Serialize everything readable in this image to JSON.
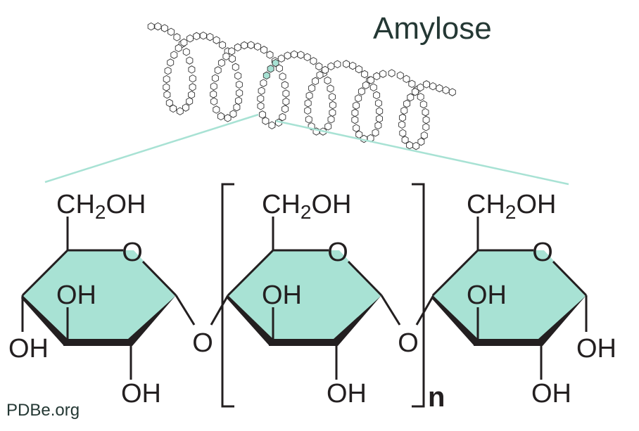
{
  "title": "Amylose",
  "credit": "PDBe.org",
  "colors": {
    "ring_fill": "#a8e2d4",
    "bond": "#231f20",
    "connector": "#a8e2d4",
    "label": "#243834"
  },
  "molecule": {
    "repeat_subscript": "n",
    "bridge_oxygen": "O",
    "units": [
      {
        "id": "left",
        "top_group": "CH2OH",
        "ring_oxygen": "O",
        "hydroxyls": [
          "OH",
          "OH",
          "OH"
        ]
      },
      {
        "id": "middle",
        "top_group": "CH2OH",
        "ring_oxygen": "O",
        "hydroxyls": [
          "OH",
          "OH"
        ]
      },
      {
        "id": "right",
        "top_group": "CH2OH",
        "ring_oxygen": "O",
        "hydroxyls": [
          "OH",
          "OH",
          "OH"
        ]
      }
    ]
  },
  "labels": {
    "ch": "CH",
    "sub2": "2",
    "oh": "OH",
    "o": "O"
  },
  "helix": {
    "turns": 6,
    "highlighted_residues": 3
  }
}
